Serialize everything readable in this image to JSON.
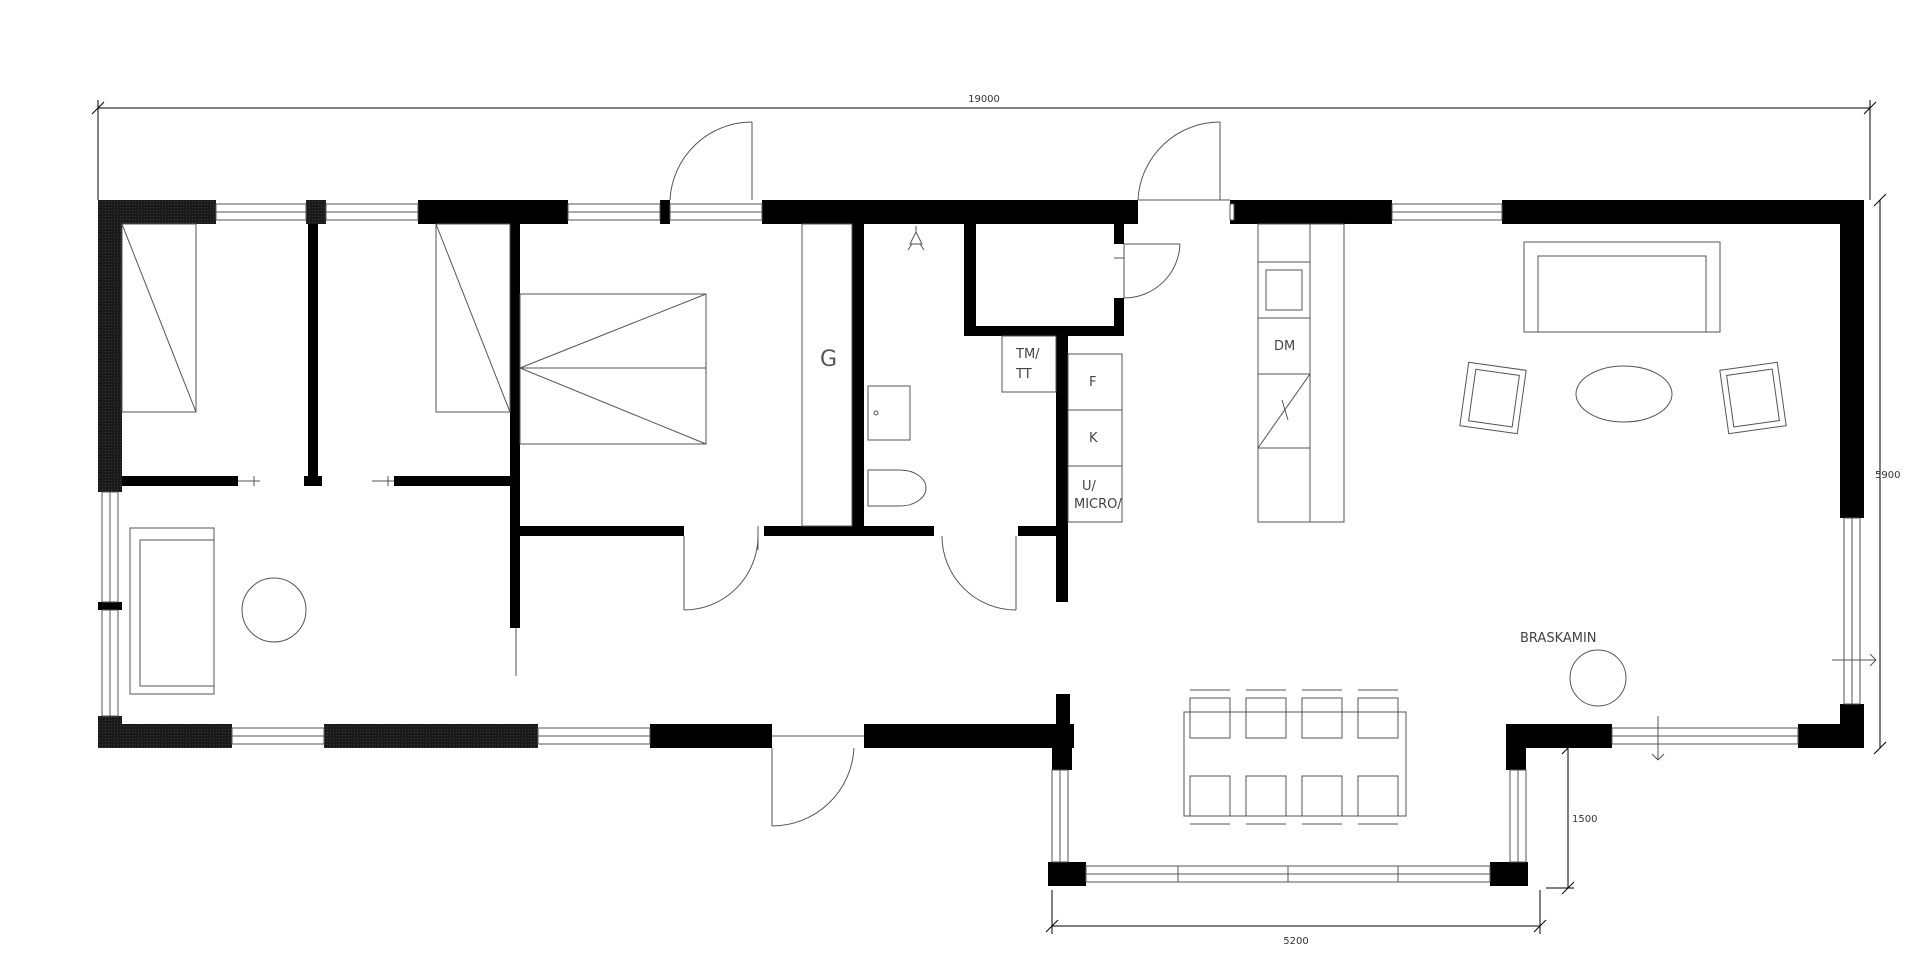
{
  "dimensions": {
    "total_width": "19000",
    "total_depth": "5900",
    "bay_depth": "1500",
    "bay_width": "5200"
  },
  "labels": {
    "closet": "G",
    "tm_line1": "TM/",
    "tm_line2": "TT",
    "freezer": "F",
    "fridge": "K",
    "oven_line1": "U/",
    "oven_line2": "MICRO/",
    "dishwasher": "DM",
    "stove": "BRASKAMIN"
  }
}
